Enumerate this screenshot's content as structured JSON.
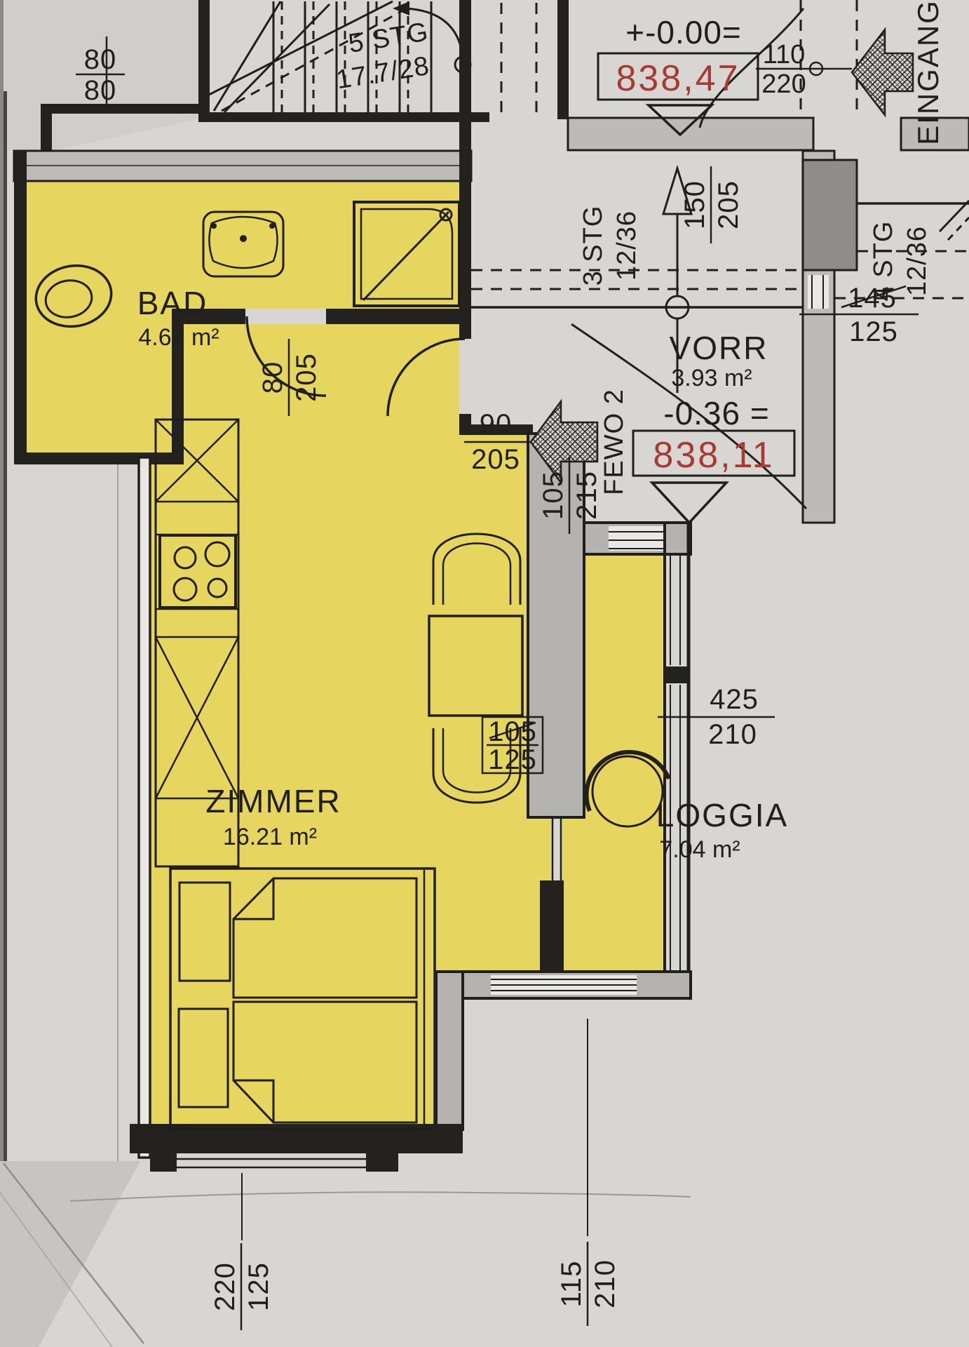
{
  "plan": {
    "rooms": {
      "bad": {
        "name": "BAD",
        "area": "4.67 m²"
      },
      "zimmer": {
        "name": "ZIMMER",
        "area": "16.21 m²"
      },
      "vorr": {
        "name": "VORR",
        "area": "3.93 m²"
      },
      "loggia": {
        "name": "LOGGIA",
        "area": "7.04 m²"
      }
    },
    "levels": {
      "entry": {
        "rel": "+-0.00=",
        "abs": "838,47"
      },
      "vorr": {
        "rel": "-0.36 =",
        "abs": "838,11"
      }
    },
    "stairs": {
      "main": {
        "count": "5 STG",
        "ratio": "17.7/28"
      },
      "vorr": {
        "count": "3 STG",
        "ratio": "12/36"
      },
      "upper": {
        "count": "4 STG",
        "ratio": "12/36"
      }
    },
    "labels": {
      "entrance": "EINGANG",
      "apartment": "FEWO 2"
    },
    "dims": {
      "wall_top_left": {
        "a": "80",
        "b": "80"
      },
      "door_eingang": {
        "a": "110",
        "b": "220"
      },
      "door_bad": {
        "a": "80",
        "b": "205"
      },
      "door_fewo": {
        "a": "90",
        "b": "205"
      },
      "door_vorr": {
        "a": "150",
        "b": "205"
      },
      "door_loggia": {
        "a": "105",
        "b": "215"
      },
      "window_zimmer_loggia": {
        "a": "105",
        "b": "125"
      },
      "window_loggia_east": {
        "a": "425",
        "b": "210"
      },
      "window_right": {
        "a": "145",
        "b": "125"
      },
      "window_zimmer_south": {
        "a": "220",
        "b": "125"
      },
      "door_loggia_south": {
        "a": "115",
        "b": "210"
      }
    },
    "colors": {
      "highlight": "#e6d55e",
      "ink": "#201f1c",
      "red": "#a83a33",
      "paper": "#d7d6d2",
      "wall_gray": "#bcbbb7",
      "wall_dark": "#8e8d89"
    }
  }
}
